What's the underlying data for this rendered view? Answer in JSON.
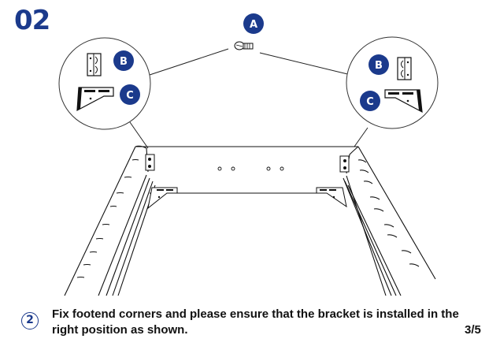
{
  "step": {
    "number": "02"
  },
  "parts": {
    "screw": {
      "label": "A"
    },
    "bracket_vertical": {
      "label": "B"
    },
    "bracket_corner": {
      "label": "C"
    }
  },
  "instruction": {
    "index": "2",
    "text": "Fix footend corners and please ensure that the bracket is installed in the right position as shown."
  },
  "page": {
    "indicator": "3/5"
  },
  "colors": {
    "accent": "#1b3a8c",
    "line": "#222222"
  }
}
